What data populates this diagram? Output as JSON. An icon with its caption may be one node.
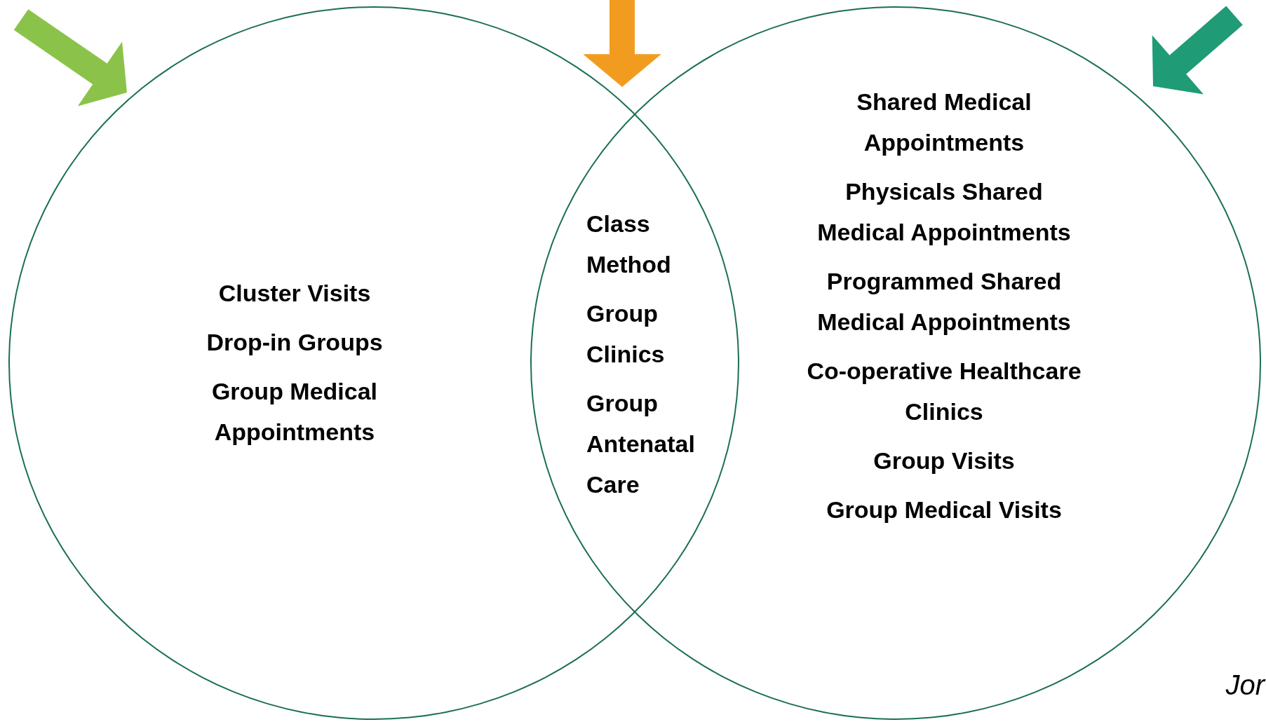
{
  "diagram": {
    "nodes": [
      {
        "text": [
          "Cluster Visits",
          "Drop-in Groups",
          "Group Medical Appointments"
        ]
      },
      {
        "text": [
          "Shared Medical Appointments",
          "Physicals Shared Medical Appointments",
          "Programmed Shared Medical Appointments",
          "Co-operative Healthcare Clinics",
          "Group Visits",
          "Group Medical Visits"
        ]
      },
      {
        "text": [
          "Class Method",
          "Group Clinics",
          "Group Antenatal Care"
        ]
      }
    ],
    "labels": [
      "Jor"
    ]
  }
}
